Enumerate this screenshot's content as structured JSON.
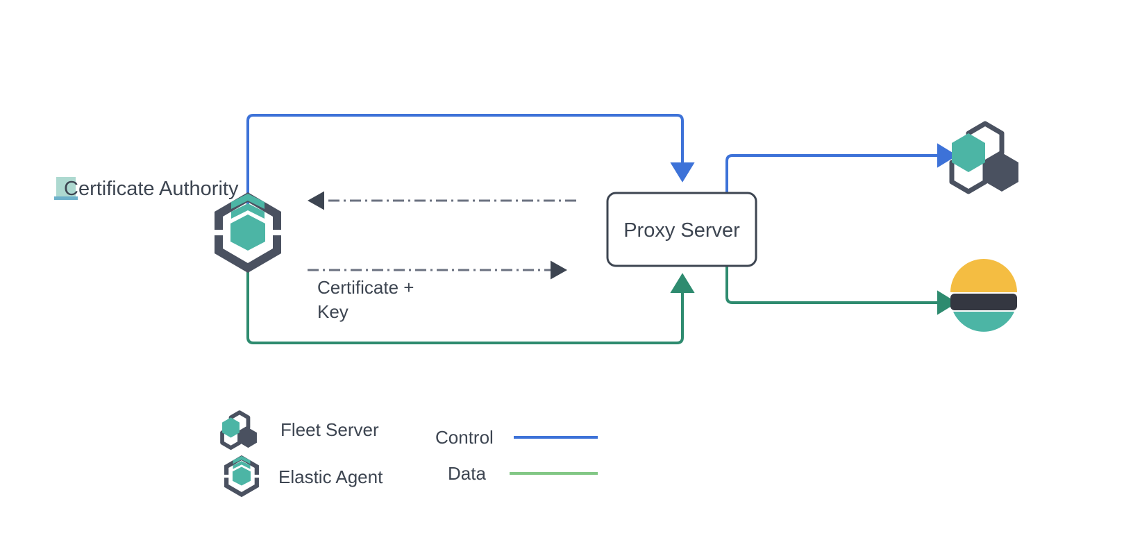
{
  "diagram": {
    "title_text": "Certificate Authority",
    "nodes": {
      "certificate_authority": {
        "label": "Certificate Authority",
        "icon": "elastic-agent-icon",
        "highlight_color": "#9fd2c8"
      },
      "proxy_server": {
        "label": "Proxy Server",
        "border_color": "#3d4551",
        "fill_color": "#ffffff"
      },
      "fleet_server": {
        "label": "",
        "icon": "fleet-server-icon"
      },
      "elasticsearch": {
        "label": "",
        "icon": "elasticsearch-icon"
      }
    },
    "edges": {
      "cert_key_label_line1": "Certificate +",
      "cert_key_label_line2": "Key"
    },
    "colors": {
      "control_blue": "#3d72d8",
      "data_green": "#2e8b6f",
      "legend_data_green": "#82c785",
      "dark_slate": "#3d4551",
      "teal": "#4cb5a5",
      "elastic_yellow": "#f4bd42",
      "elastic_teal": "#4cb5a5",
      "elastic_dark": "#343741",
      "dashed_arrow": "#6b7280"
    }
  },
  "legend": {
    "symbols": [
      {
        "label": "Fleet Server",
        "icon": "fleet-server-icon"
      },
      {
        "label": "Elastic Agent",
        "icon": "elastic-agent-icon"
      }
    ],
    "lines": [
      {
        "label": "Control",
        "color": "#3d72d8"
      },
      {
        "label": "Data",
        "color": "#82c785"
      }
    ]
  }
}
